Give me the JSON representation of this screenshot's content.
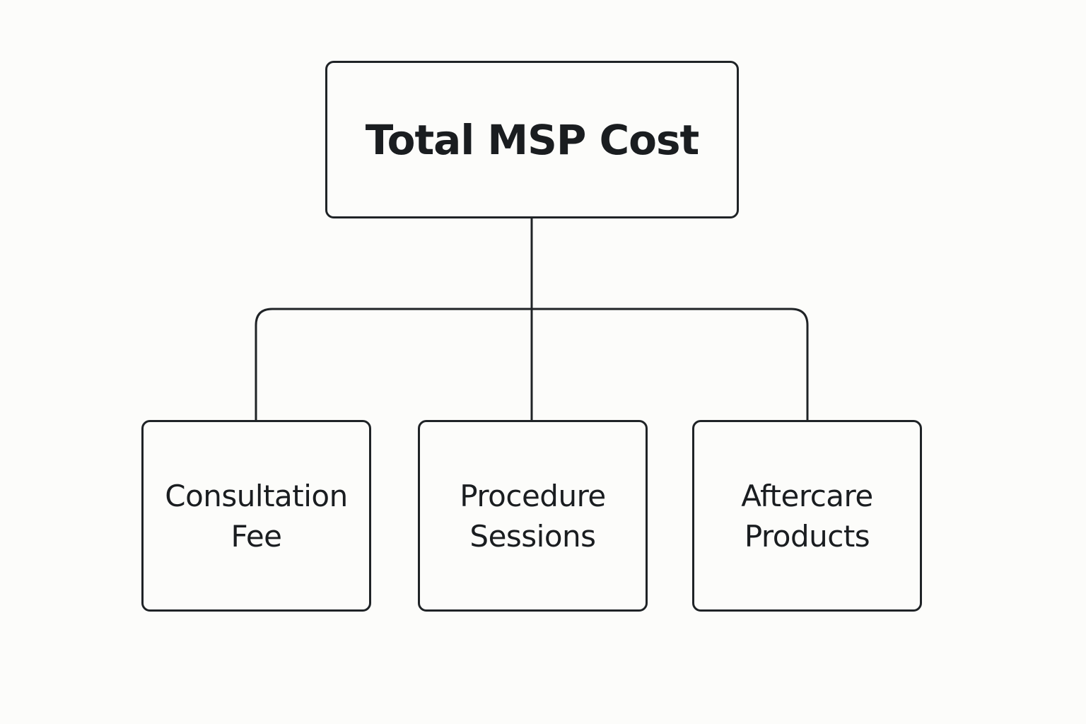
{
  "diagram": {
    "root": {
      "label": "Total MSP Cost"
    },
    "children": [
      {
        "label": "Consultation\nFee"
      },
      {
        "label": "Procedure\nSessions"
      },
      {
        "label": "Aftercare\nProducts"
      }
    ]
  },
  "colors": {
    "stroke": "#1f2326",
    "text": "#1a1d20",
    "background": "#fcfcfa"
  }
}
